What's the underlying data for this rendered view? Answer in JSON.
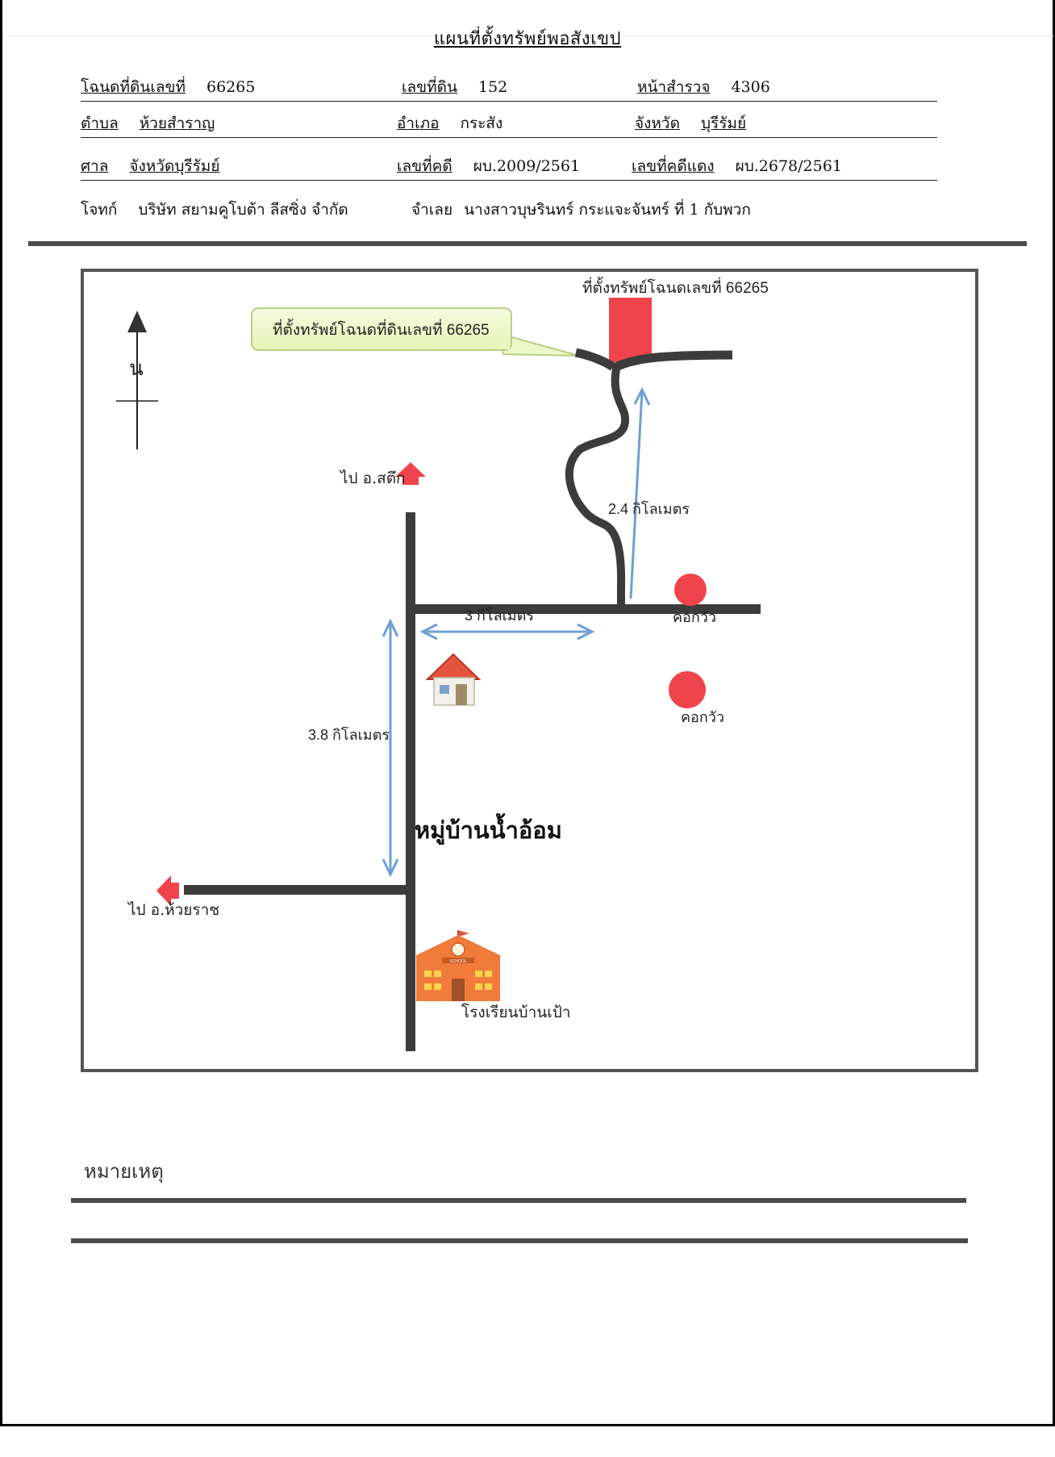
{
  "document": {
    "title": "แผนที่ตั้งทรัพย์พอสังเขป",
    "rows": [
      [
        {
          "label": "โฉนดที่ดินเลขที่",
          "value": "66265"
        },
        {
          "label": "เลขที่ดิน",
          "value": "152"
        },
        {
          "label": "หน้าสำรวจ",
          "value": "4306"
        }
      ],
      [
        {
          "label": "ตำบล",
          "value": "ห้วยสำราญ"
        },
        {
          "label": "อำเภอ",
          "value": "กระสัง"
        },
        {
          "label": "จังหวัด",
          "value": "บุรีรัมย์"
        }
      ],
      [
        {
          "label": "ศาล",
          "value": "จังหวัดบุรีรัมย์"
        },
        {
          "label": "เลขที่คดี",
          "value": "ผบ.2009/2561"
        },
        {
          "label": "เลขที่คดีแดง",
          "value": "ผบ.2678/2561"
        }
      ],
      [
        {
          "label": "โจทก์",
          "value": "บริษัท สยามคูโบต้า ลีสซิ่ง จำกัด"
        },
        {
          "label": "จำเลย",
          "value": "นางสาวบุษรินทร์ กระแจะจันทร์ ที่ 1 กับพวก"
        }
      ]
    ]
  },
  "map": {
    "north_label": "น",
    "callout": "ที่ตั้งทรัพย์โฉนดที่ดินเลขที่ 66265",
    "property_label": "ที่ตั้งทรัพย์โฉนดเลขที่ 66265",
    "to_satuek": "ไป อ.สตึก",
    "to_huairat": "ไป อ.ห้วยราช",
    "dist_2_4": "2.4 กิโลเมตร",
    "dist_3": "3 กิโลเมตร",
    "dist_3_8": "3.8 กิโลเมตร",
    "village": "หมู่บ้านน้ำอ้อม",
    "school": "โรงเรียนบ้านเป้า",
    "school_sign": "SCHOOL",
    "place_1": "คอกวัว",
    "place_2": "คอกวัว",
    "colors": {
      "road": "#3c3c3c",
      "property": "#f0444c",
      "arrow": "#6f9fd6",
      "callout_fill": "#eef7c8",
      "callout_border": "#b9cf85",
      "school": "#f07b3a"
    }
  },
  "remarks": {
    "label": "หมายเหตุ"
  }
}
